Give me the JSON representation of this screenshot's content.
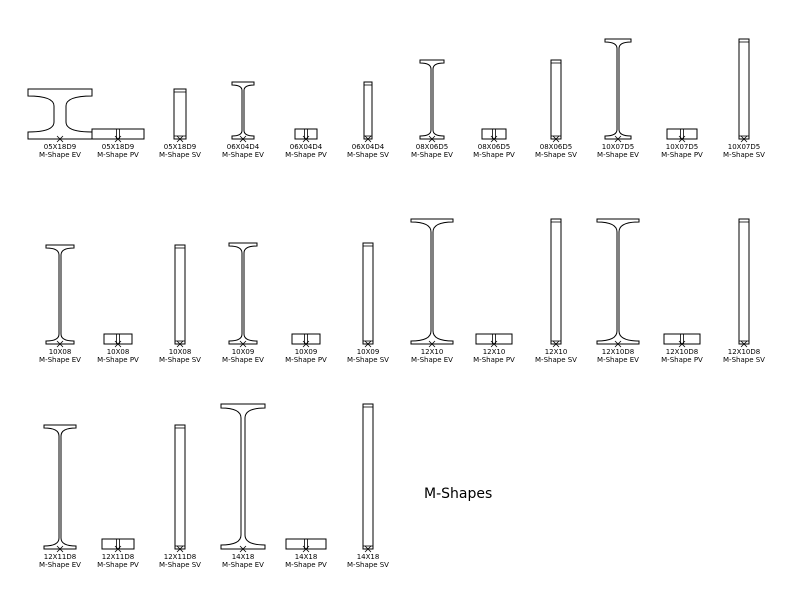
{
  "title": "M-Shapes",
  "shapes": [
    {
      "size": "05X18D9",
      "view": "M-Shape EV"
    },
    {
      "size": "05X18D9",
      "view": "M-Shape PV"
    },
    {
      "size": "05X18D9",
      "view": "M-Shape SV"
    },
    {
      "size": "06X04D4",
      "view": "M-Shape EV"
    },
    {
      "size": "06X04D4",
      "view": "M-Shape PV"
    },
    {
      "size": "06X04D4",
      "view": "M-Shape SV"
    },
    {
      "size": "08X06D5",
      "view": "M-Shape EV"
    },
    {
      "size": "08X06D5",
      "view": "M-Shape PV"
    },
    {
      "size": "08X06D5",
      "view": "M-Shape SV"
    },
    {
      "size": "10X07D5",
      "view": "M-Shape EV"
    },
    {
      "size": "10X07D5",
      "view": "M-Shape PV"
    },
    {
      "size": "10X07D5",
      "view": "M-Shape SV"
    },
    {
      "size": "10X08",
      "view": "M-Shape EV"
    },
    {
      "size": "10X08",
      "view": "M-Shape PV"
    },
    {
      "size": "10X08",
      "view": "M-Shape SV"
    },
    {
      "size": "10X09",
      "view": "M-Shape EV"
    },
    {
      "size": "10X09",
      "view": "M-Shape PV"
    },
    {
      "size": "10X09",
      "view": "M-Shape SV"
    },
    {
      "size": "12X10",
      "view": "M-Shape EV"
    },
    {
      "size": "12X10",
      "view": "M-Shape PV"
    },
    {
      "size": "12X10",
      "view": "M-Shape SV"
    },
    {
      "size": "12X10D8",
      "view": "M-Shape EV"
    },
    {
      "size": "12X10D8",
      "view": "M-Shape PV"
    },
    {
      "size": "12X10D8",
      "view": "M-Shape SV"
    },
    {
      "size": "12X11D8",
      "view": "M-Shape EV"
    },
    {
      "size": "12X11D8",
      "view": "M-Shape PV"
    },
    {
      "size": "12X11D8",
      "view": "M-Shape SV"
    },
    {
      "size": "14X18",
      "view": "M-Shape EV"
    },
    {
      "size": "14X18",
      "view": "M-Shape PV"
    },
    {
      "size": "14X18",
      "view": "M-Shape SV"
    }
  ]
}
